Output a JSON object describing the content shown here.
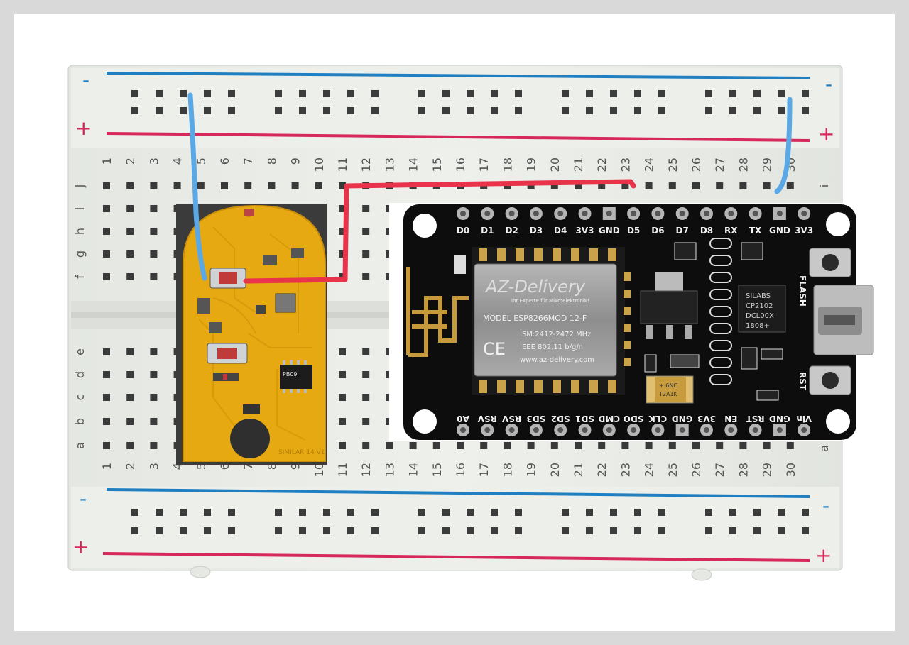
{
  "rails": {
    "minus": "-",
    "plus": "+"
  },
  "breadboard": {
    "columns": [
      "1",
      "2",
      "3",
      "4",
      "5",
      "6",
      "7",
      "8",
      "9",
      "10",
      "11",
      "12",
      "13",
      "14",
      "15",
      "16",
      "17",
      "18",
      "19",
      "20",
      "21",
      "22",
      "23",
      "24",
      "25",
      "26",
      "27",
      "28",
      "29",
      "30"
    ],
    "rows_top": [
      "j",
      "i",
      "h",
      "g",
      "f"
    ],
    "rows_bottom": [
      "e",
      "d",
      "c",
      "b",
      "a"
    ],
    "row_letter_left_top": [
      "j",
      "i",
      "h",
      "g",
      "f"
    ],
    "row_letter_right_top": "i",
    "row_letter_right_bottom": "a"
  },
  "esp_board": {
    "top_pins": [
      "D0",
      "D1",
      "D2",
      "D3",
      "D4",
      "3V3",
      "GND",
      "D5",
      "D6",
      "D7",
      "D8",
      "RX",
      "TX",
      "GND",
      "3V3"
    ],
    "bottom_pins": [
      "A0",
      "RSV",
      "RSV",
      "SD3",
      "SD2",
      "SD1",
      "CMD",
      "SDO",
      "CLK",
      "GND",
      "3V3",
      "EN",
      "RST",
      "GND",
      "Vin"
    ],
    "flash_label": "FLASH",
    "rst_label": "RST",
    "module": {
      "brand": "AZ-Delivery",
      "tagline": "Ihr Experte für Mikroelektronik!",
      "model": "MODEL ESP8266MOD 12-F",
      "ism": "ISM:2412-2472 MHz",
      "ieee": "IEEE 802.11 b/g/n",
      "url": "www.az-delivery.com",
      "ce": "CE"
    },
    "usb_chip": {
      "line1": "SILABS",
      "line2": "CP2102",
      "line3": "DCL00X",
      "line4": "1808+"
    },
    "capacitor": {
      "line1": "+ 6NC",
      "line2": "T2A1K"
    }
  },
  "remote_pcb": {
    "chip_text": "PB09",
    "corner_text": "SIMILAR 14 V1"
  },
  "wires": {
    "ground_color": "#5aa9e6",
    "signal_color": "#e8334a"
  },
  "colors": {
    "board": "#e9ece6",
    "esp": "#0d0d0d",
    "pcb": "#e7a912",
    "rail_red": "#d6285a",
    "rail_blue": "#1f7fc0"
  }
}
